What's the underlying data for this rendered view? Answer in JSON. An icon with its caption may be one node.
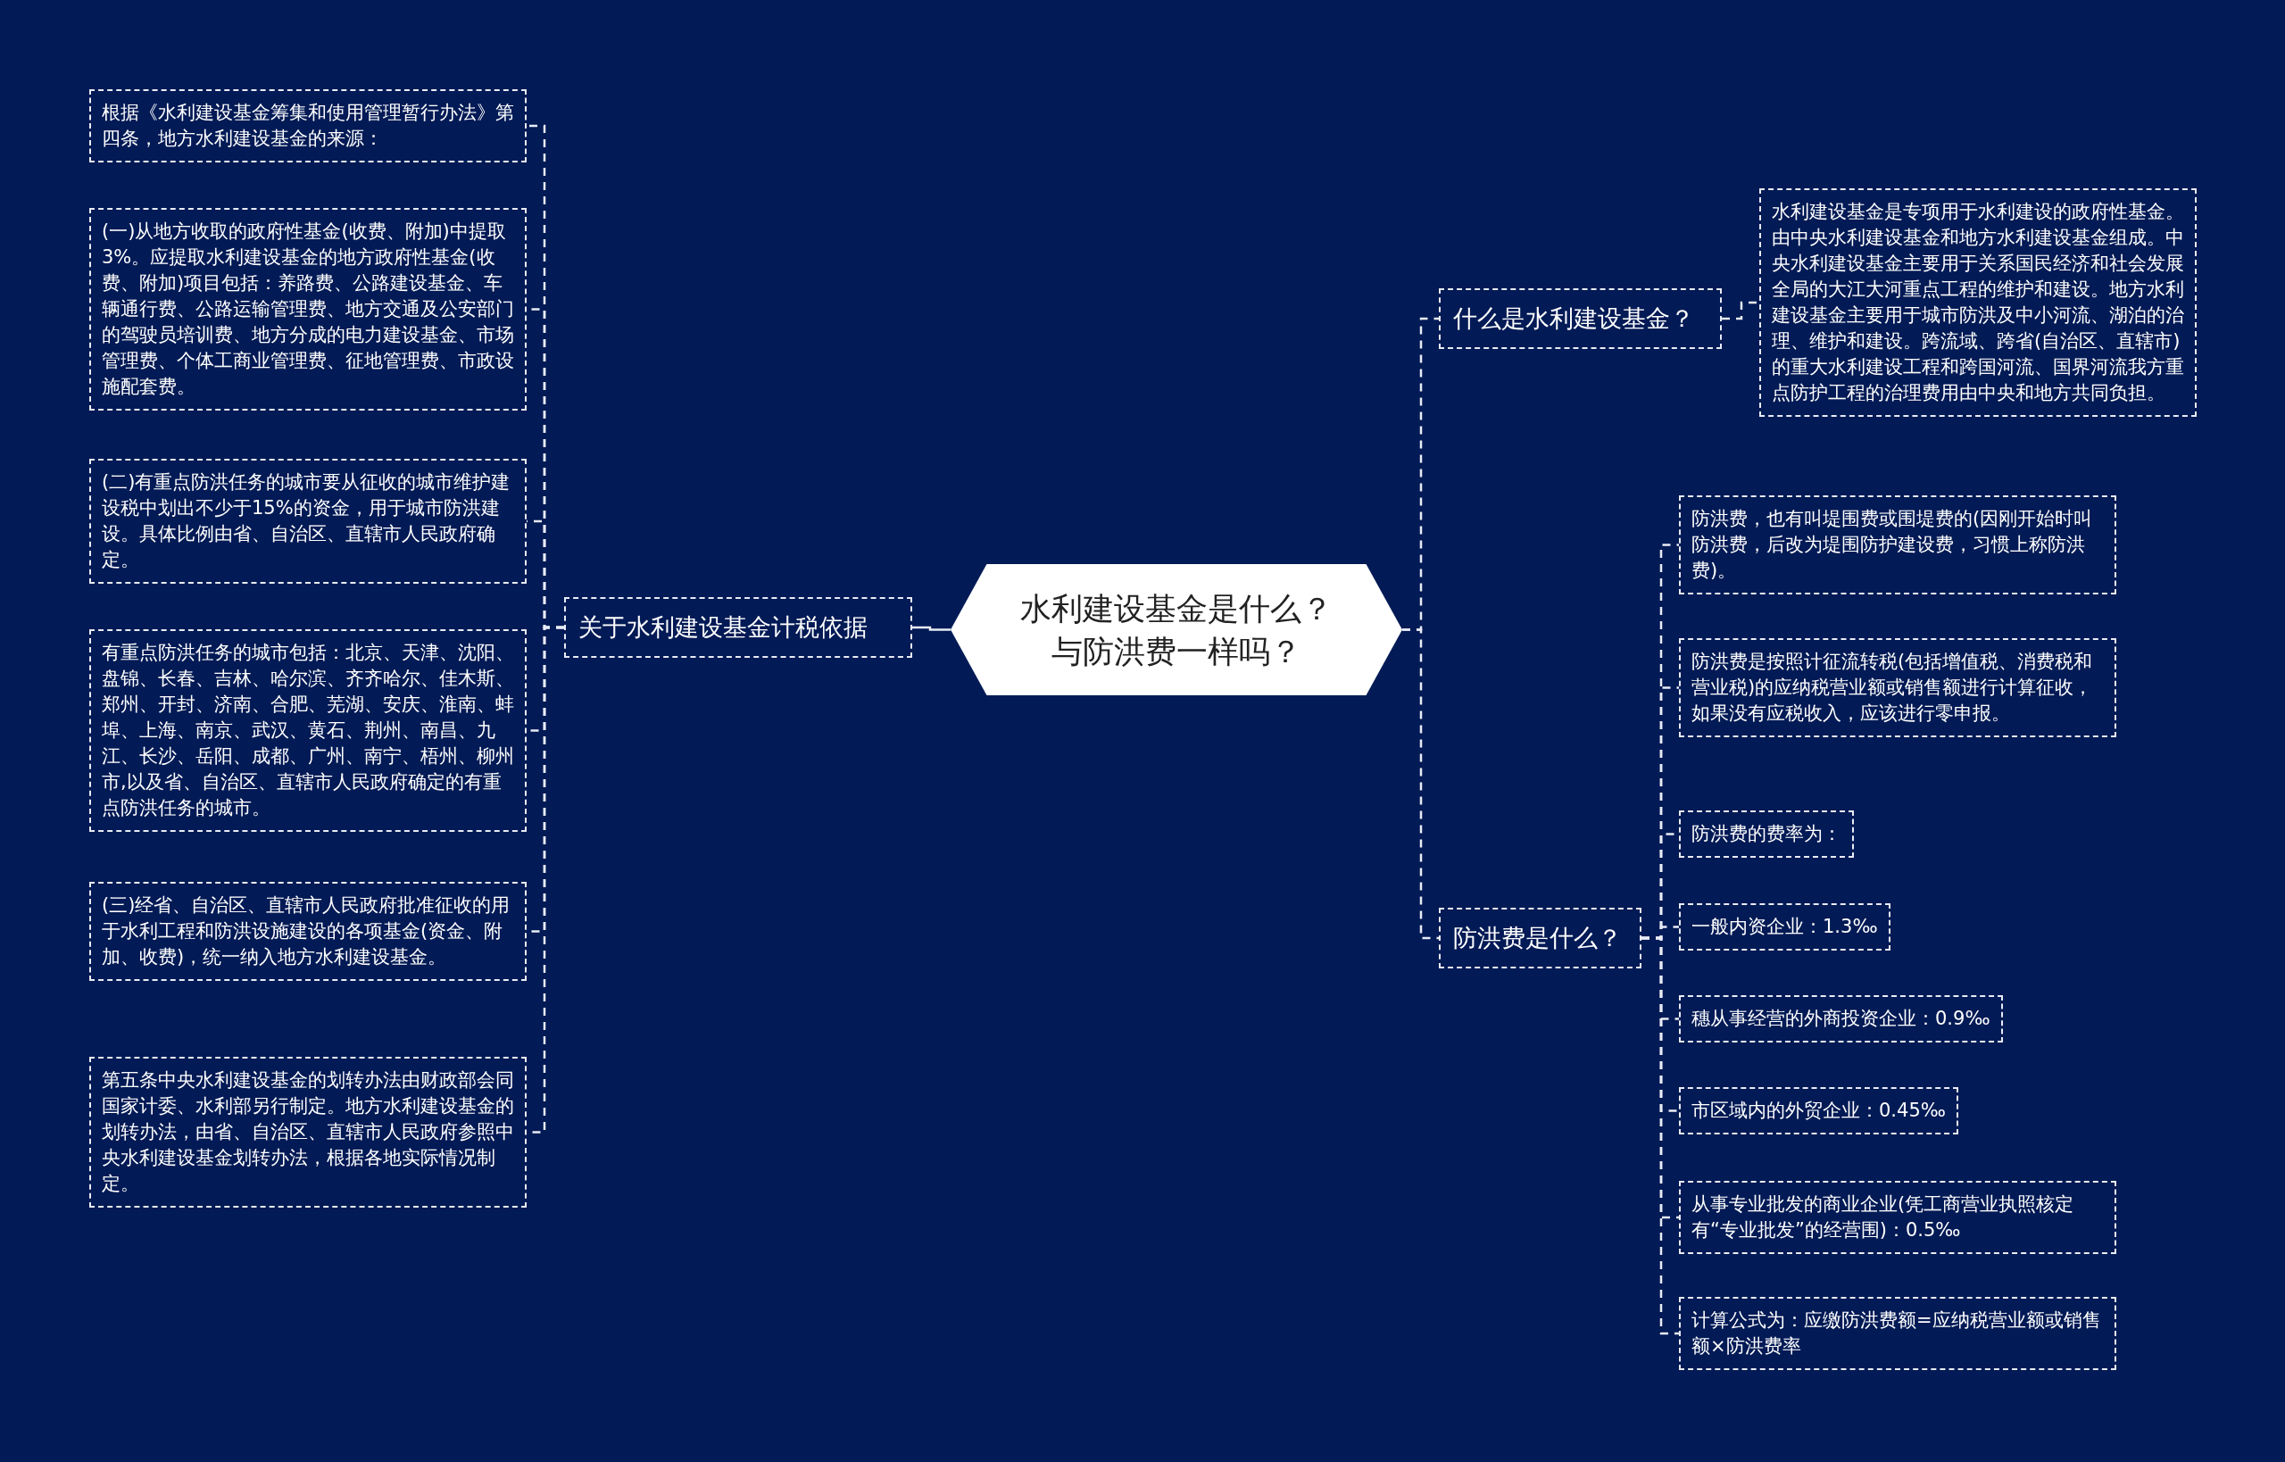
{
  "diagram": {
    "nodes": [
      {
        "text": [
          "水利建设基金是什么？与防洪费一样吗？"
        ]
      },
      {
        "text": [
          "关于水利建设基金计税依据"
        ]
      },
      {
        "text": [
          "根据《水利建设基金筹集和使用管理暂行办法》第四条，地方水利建设基金的来源："
        ]
      },
      {
        "text": [
          "(一)从地方收取的政府性基金(收费、附加)中提取3%。应提取水利建设基金的地方政府性基金(收费、附加)项目包括：养路费、公路建设基金、车辆通行费、公路运输管理费、地方交通及公安部门的驾驶员培训费、地方分成的电力建设基金、市场管理费、个体工商业管理费、征地管理费、市政设施配套费。"
        ]
      },
      {
        "text": [
          "(二)有重点防洪任务的城市要从征收的城市维护建设税中划出不少于15%的资金，用于城市防洪建设。具体比例由省、自治区、直辖市人民政府确定。"
        ]
      },
      {
        "text": [
          "有重点防洪任务的城市包括：北京、天津、沈阳、盘锦、长春、吉林、哈尔滨、齐齐哈尔、佳木斯、郑州、开封、济南、合肥、芜湖、安庆、淮南、蚌埠、上海、南京、武汉、黄石、荆州、南昌、九江、长沙、岳阳、成都、广州、南宁、梧州、柳州市,以及省、自治区、直辖市人民政府确定的有重点防洪任务的城市。"
        ]
      },
      {
        "text": [
          "(三)经省、自治区、直辖市人民政府批准征收的用于水利工程和防洪设施建设的各项基金(资金、附加、收费)，统一纳入地方水利建设基金。"
        ]
      },
      {
        "text": [
          "第五条中央水利建设基金的划转办法由财政部会同国家计委、水利部另行制定。地方水利建设基金的划转办法，由省、自治区、直辖市人民政府参照中央水利建设基金划转办法，根据各地实际情况制定。"
        ]
      },
      {
        "text": [
          "什么是水利建设基金？"
        ]
      },
      {
        "text": [
          "水利建设基金是专项用于水利建设的政府性基金。由中央水利建设基金和地方水利建设基金组成。中央水利建设基金主要用于关系国民经济和社会发展全局的大江大河重点工程的维护和建设。地方水利建设基金主要用于城市防洪及中小河流、湖泊的治理、维护和建设。跨流域、跨省(自治区、直辖市)的重大水利建设工程和跨国河流、国界河流我方重点防护工程的治理费用由中央和地方共同负担。"
        ]
      },
      {
        "text": [
          "防洪费是什么？"
        ]
      },
      {
        "text": [
          "防洪费，也有叫堤围费或围堤费的(因刚开始时叫防洪费，后改为堤围防护建设费，习惯上称防洪费)。"
        ]
      },
      {
        "text": [
          "防洪费是按照计征流转税(包括增值税、消费税和营业税)的应纳税营业额或销售额进行计算征收，如果没有应税收入，应该进行零申报。"
        ]
      },
      {
        "text": [
          "防洪费的费率为："
        ]
      },
      {
        "text": [
          "一般内资企业：1.3‰"
        ]
      },
      {
        "text": [
          "穗从事经营的外商投资企业：0.9‰"
        ]
      },
      {
        "text": [
          "市区域内的外贸企业：0.45‰"
        ]
      },
      {
        "text": [
          "从事专业批发的商业企业(凭工商营业执照核定有“专业批发”的经营围)：0.5‰"
        ]
      },
      {
        "text": [
          "计算公式为：应缴防洪费额=应纳税营业额或销售额×防洪费率"
        ]
      }
    ],
    "edges": [
      {
        "from": 0,
        "to": 1,
        "arrow": "none"
      },
      {
        "from": 1,
        "to": 2,
        "arrow": "none",
        "style": "dashed"
      },
      {
        "from": 1,
        "to": 3,
        "arrow": "none",
        "style": "dashed"
      },
      {
        "from": 1,
        "to": 4,
        "arrow": "none",
        "style": "dashed"
      },
      {
        "from": 1,
        "to": 5,
        "arrow": "none",
        "style": "dashed"
      },
      {
        "from": 1,
        "to": 6,
        "arrow": "none",
        "style": "dashed"
      },
      {
        "from": 1,
        "to": 7,
        "arrow": "none",
        "style": "dashed"
      },
      {
        "from": 0,
        "to": 8,
        "arrow": "none",
        "style": "dashed"
      },
      {
        "from": 8,
        "to": 9,
        "arrow": "none",
        "style": "dashed"
      },
      {
        "from": 0,
        "to": 10,
        "arrow": "none",
        "style": "dashed"
      },
      {
        "from": 10,
        "to": 11,
        "arrow": "none",
        "style": "dashed"
      },
      {
        "from": 10,
        "to": 12,
        "arrow": "none",
        "style": "dashed"
      },
      {
        "from": 10,
        "to": 13,
        "arrow": "none",
        "style": "dashed"
      },
      {
        "from": 10,
        "to": 14,
        "arrow": "none",
        "style": "dashed"
      },
      {
        "from": 10,
        "to": 15,
        "arrow": "none",
        "style": "dashed"
      },
      {
        "from": 10,
        "to": 16,
        "arrow": "none",
        "style": "dashed"
      },
      {
        "from": 10,
        "to": 17,
        "arrow": "none",
        "style": "dashed"
      },
      {
        "from": 10,
        "to": 18,
        "arrow": "none",
        "style": "dashed"
      }
    ]
  }
}
